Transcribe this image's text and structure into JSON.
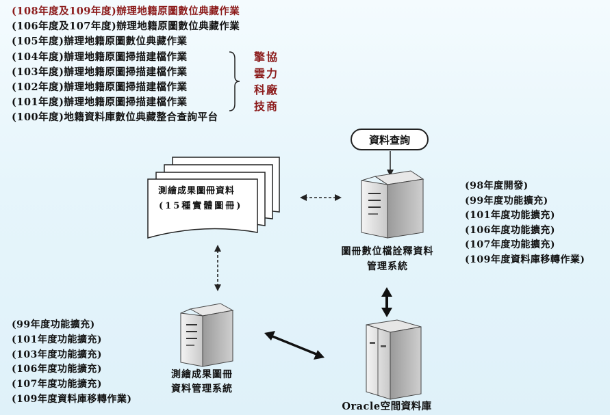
{
  "history": [
    {
      "text": "(108年度及109年度)辦理地籍原圖數位典藏作業",
      "color": "#8b1a1a"
    },
    {
      "text": "(106年度及107年度)辦理地籍原圖數位典藏作業",
      "color": "#111111"
    },
    {
      "text": "(105年度)辦理地籍原圖數位典藏作業",
      "color": "#111111"
    },
    {
      "text": "(104年度)辦理地籍原圖掃描建檔作業",
      "color": "#111111"
    },
    {
      "text": "(103年度)辦理地籍原圖掃描建檔作業",
      "color": "#111111"
    },
    {
      "text": "(102年度)辦理地籍原圖掃描建檔作業",
      "color": "#111111"
    },
    {
      "text": "(101年度)辦理地籍原圖掃描建檔作業",
      "color": "#111111"
    },
    {
      "text": "(100年度)地籍資料庫數位典藏整合查詢平台",
      "color": "#111111"
    }
  ],
  "vendor": [
    "擎協",
    "雲力",
    "科廠",
    "技商"
  ],
  "query_box": {
    "label": "資料查詢"
  },
  "document": {
    "line1": "測繪成果圖冊資料",
    "line2": "(15種實體圖冊)"
  },
  "archive_system": {
    "line1": "圖冊數位檔詮釋資料",
    "line2": "管理系統"
  },
  "archive_notes": [
    "(98年度開發)",
    "(99年度功能擴充)",
    "(101年度功能擴充)",
    "(106年度功能擴充)",
    "(107年度功能擴充)",
    "(109年度資料庫移轉作業)"
  ],
  "survey_notes": [
    "(99年度功能擴充)",
    "(101年度功能擴充)",
    "(103年度功能擴充)",
    "(106年度功能擴充)",
    "(107年度功能擴充)",
    "(109年度資料庫移轉作業)"
  ],
  "survey_system": {
    "line1": "測繪成果圖冊",
    "line2": "資料管理系統"
  },
  "database": {
    "label": "Oracle空間資料庫"
  },
  "colors": {
    "accent_red": "#8b1a1a",
    "background": "#e6f5fb",
    "server_gray": "#c8c8c8"
  }
}
